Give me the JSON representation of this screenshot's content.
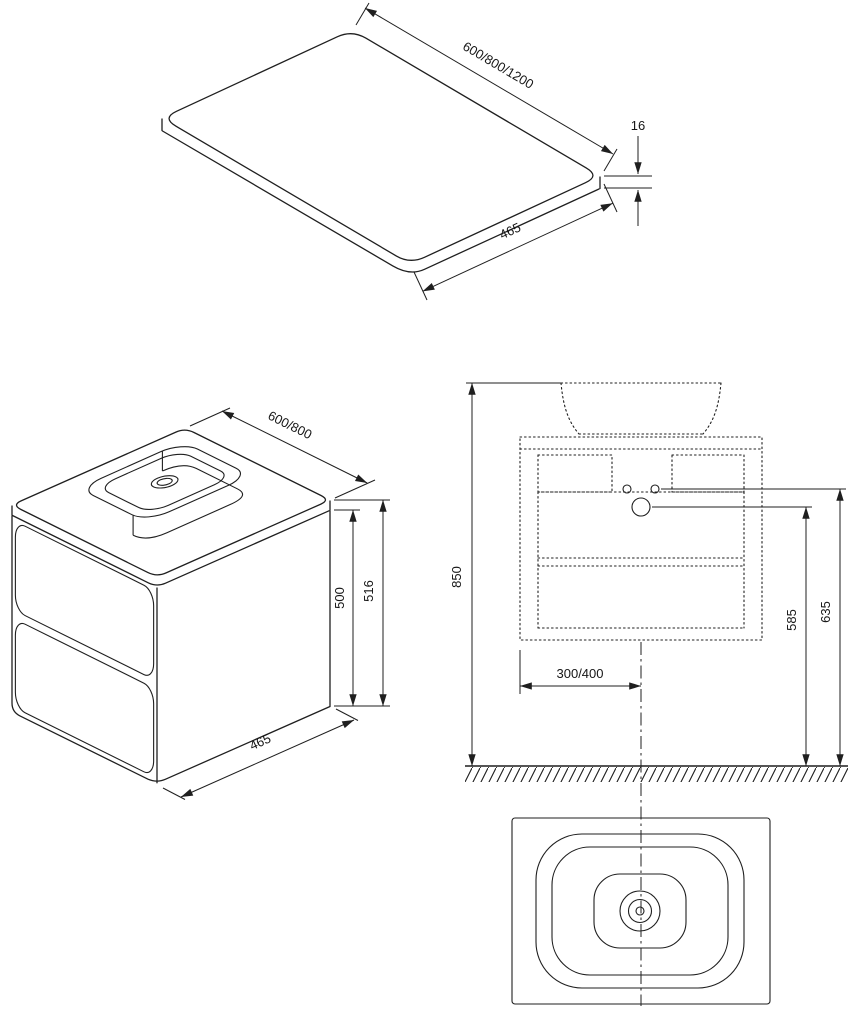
{
  "drawing": {
    "type": "technical-dimension-drawing",
    "colors": {
      "line": "#1f1f1f",
      "background": "#ffffff"
    },
    "countertop": {
      "length": "600/800/1200",
      "thickness": "16",
      "depth": "465"
    },
    "cabinet": {
      "width": "600/800",
      "height_total": "516",
      "height_body": "500",
      "depth": "465"
    },
    "elevation": {
      "height_floor_to_rim": "850",
      "height_drain": "585",
      "height_supply": "635",
      "center_offset": "300/400"
    }
  }
}
